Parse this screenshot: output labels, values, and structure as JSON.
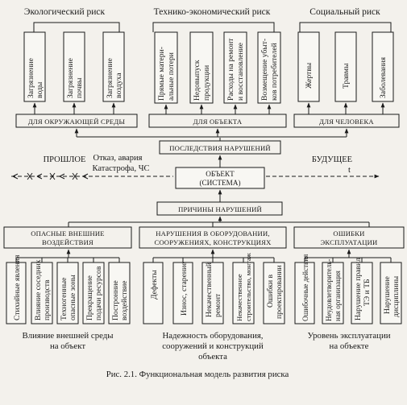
{
  "headers": {
    "eco": "Экологический риск",
    "tech": "Технико-экономический риск",
    "social": "Социальный риск"
  },
  "eco_items": [
    [
      "Загрязнение",
      "воды"
    ],
    [
      "Загрязнение",
      "почвы"
    ],
    [
      "Загрязнение",
      "воздуха"
    ]
  ],
  "tech_items": [
    [
      "Прямые матери-",
      "альные потери"
    ],
    [
      "Недовыпуск",
      "продукции"
    ],
    [
      "Расходы на ремонт",
      "и восстановление"
    ],
    [
      "Возмещение убыт-",
      "ков потребителей"
    ]
  ],
  "social_items": [
    [
      "Жертвы"
    ],
    [
      "Травмы"
    ],
    [
      "Заболевания"
    ]
  ],
  "targets": {
    "env": "ДЛЯ ОКРУЖАЮЩЕЙ СРЕДЫ",
    "object": "ДЛЯ ОБЪЕКТА",
    "person": "ДЛЯ ЧЕЛОВЕКА"
  },
  "consequences": "ПОСЛЕДСТВИЯ НАРУШЕНИЙ",
  "timeline": {
    "past": "ПРОШЛОЕ",
    "future": "БУДУЩЕЕ",
    "t": "t",
    "event1": "Отказ, авария",
    "event2": "Катастрофа, ЧС"
  },
  "object_box": {
    "line1": "ОБЪЕКТ",
    "line2": "(СИСТЕМА)"
  },
  "causes": "ПРИЧИНЫ НАРУШЕНИЙ",
  "cause_groups": {
    "external": [
      "ОПАСНЫЕ ВНЕШНИЕ",
      "ВОЗДЕЙСТВИЯ"
    ],
    "equipment": [
      "НАРУШЕНИЯ В ОБОРУДОВАНИИ,",
      "СООРУЖЕНИЯХ, КОНСТРУКЦИЯХ"
    ],
    "operation": [
      "ОШИБКИ",
      "ЭКСПЛУАТАЦИИ"
    ]
  },
  "external_items": [
    [
      "Стихийные явления"
    ],
    [
      "Влияние соседних",
      "производств"
    ],
    [
      "Техногенные",
      "опасные зоны"
    ],
    [
      "Прекращение",
      "подачи ресурсов"
    ],
    [
      "Постронние",
      "воздействие"
    ]
  ],
  "equipment_items": [
    [
      "Дефекты"
    ],
    [
      "Износ, старение"
    ],
    [
      "Некачественный",
      "ремонт"
    ],
    [
      "Некачественное",
      "строительство, монтаж"
    ],
    [
      "Ошибки в",
      "проектировании"
    ]
  ],
  "operation_items": [
    [
      "Ошибочные действия"
    ],
    [
      "Неудовлетворитель-",
      "ная организация"
    ],
    [
      "Нарушение правил",
      "ТЭ и ТБ"
    ],
    [
      "Нарушение",
      "дисциплины"
    ]
  ],
  "bottom": {
    "left": [
      "Влияние внешней среды",
      "на объект"
    ],
    "center": [
      "Надежность оборудования,",
      "сооружений и конструкций",
      "объекта"
    ],
    "right": [
      "Уровень эксплуатации",
      "на объекте"
    ]
  },
  "caption": "Рис. 2.1. Функциональная модель развития риска"
}
